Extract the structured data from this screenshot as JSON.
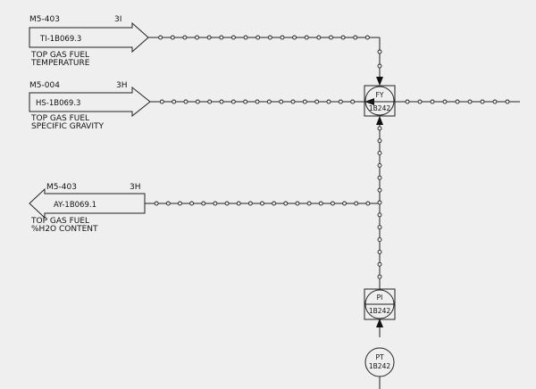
{
  "signals": [
    {
      "sheet": "M5-403",
      "zone": "3I",
      "tag": "TI-1B069.3",
      "desc1": "TOP GAS FUEL",
      "desc2": "TEMPERATURE",
      "direction": "in"
    },
    {
      "sheet": "M5-004",
      "zone": "3H",
      "tag": "HS-1B069.3",
      "desc1": "TOP GAS FUEL",
      "desc2": "SPECIFIC GRAVITY",
      "direction": "in"
    },
    {
      "sheet": "M5-403",
      "zone": "3H",
      "tag": "AY-1B069.1",
      "desc1": "TOP GAS FUEL",
      "desc2": "%H2O CONTENT",
      "direction": "out"
    }
  ],
  "instruments": {
    "fy": {
      "func": "FY",
      "num": "1B242"
    },
    "pi": {
      "func": "PI",
      "num": "1B242"
    },
    "pt": {
      "func": "PT",
      "num": "1B242"
    }
  }
}
